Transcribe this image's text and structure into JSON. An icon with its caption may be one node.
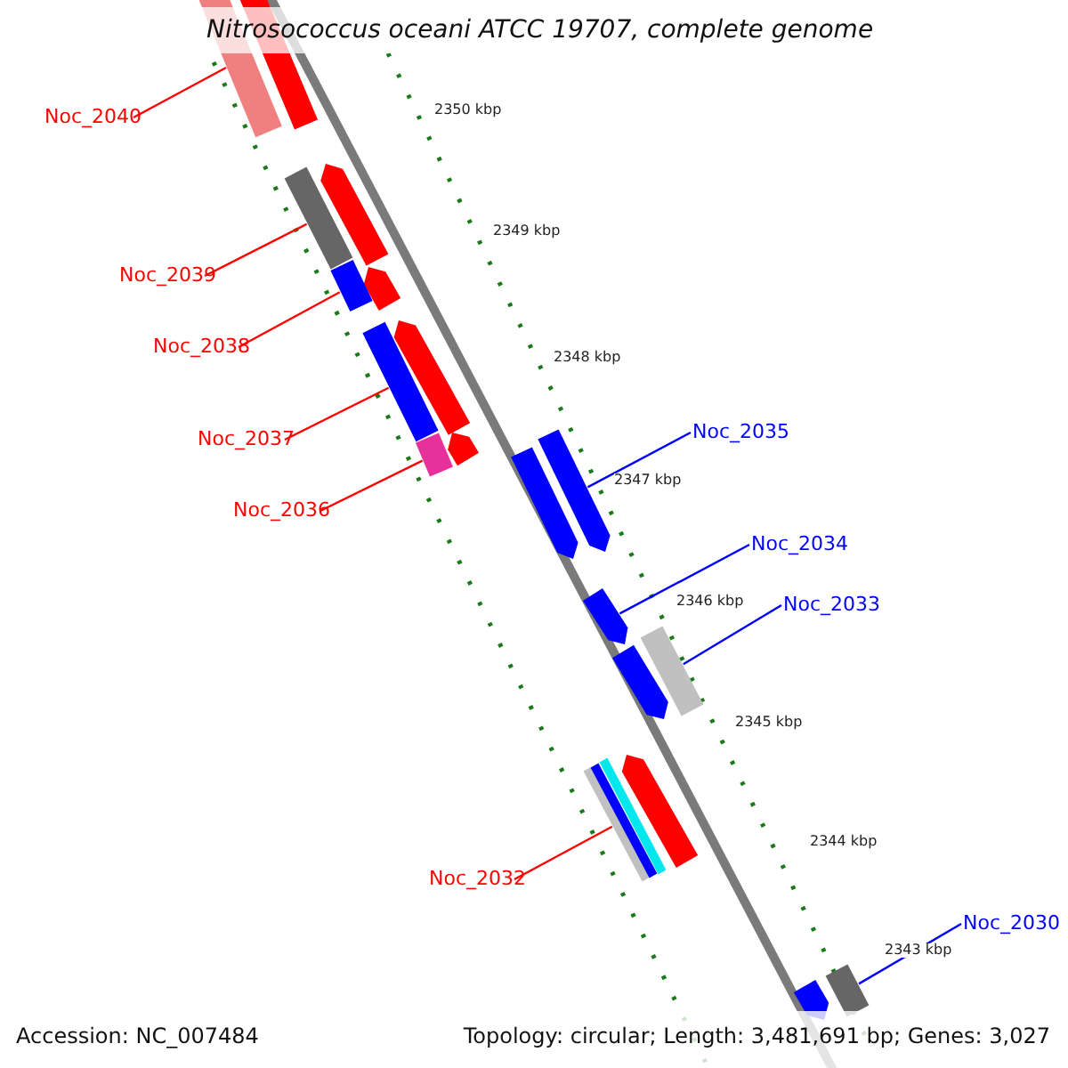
{
  "diagram": {
    "title": "Nitrosococcus oceani ATCC 19707, complete genome",
    "nodes": [
      {
        "text": [
          "Noc_2040"
        ]
      },
      {
        "text": [
          "Noc_2039"
        ]
      },
      {
        "text": [
          "Noc_2038"
        ]
      },
      {
        "text": [
          "Noc_2037"
        ]
      },
      {
        "text": [
          "Noc_2036"
        ]
      },
      {
        "text": [
          "Noc_2035"
        ]
      },
      {
        "text": [
          "Noc_2034"
        ]
      },
      {
        "text": [
          "Noc_2033"
        ]
      },
      {
        "text": [
          "Noc_2032"
        ]
      },
      {
        "text": [
          "Noc_2030"
        ]
      },
      {
        "text": [],
        "shape": "bar"
      },
      {
        "text": [],
        "shape": "bar"
      },
      {
        "text": [],
        "shape": "bar"
      },
      {
        "text": [],
        "shape": "bar"
      },
      {
        "text": [],
        "shape": "bar"
      },
      {
        "text": [],
        "shape": "bar"
      },
      {
        "text": [],
        "shape": "bar"
      },
      {
        "text": [],
        "shape": "bar"
      },
      {
        "text": [],
        "shape": "bar"
      },
      {
        "text": [],
        "shape": "bar"
      }
    ],
    "edges": [
      {
        "from": 0,
        "to": 10,
        "arrow": "none"
      },
      {
        "from": 1,
        "to": 11,
        "arrow": "none"
      },
      {
        "from": 2,
        "to": 12,
        "arrow": "none"
      },
      {
        "from": 3,
        "to": 13,
        "arrow": "none"
      },
      {
        "from": 4,
        "to": 14,
        "arrow": "none"
      },
      {
        "from": 5,
        "to": 15,
        "arrow": "none",
        "color": "#0000ff"
      },
      {
        "from": 6,
        "to": 16,
        "arrow": "none",
        "color": "#0000ff"
      },
      {
        "from": 7,
        "to": 17,
        "arrow": "none",
        "color": "#0000ff"
      },
      {
        "from": 8,
        "to": 18,
        "arrow": "none"
      },
      {
        "from": 9,
        "to": 19,
        "arrow": "none",
        "color": "#0000ff"
      }
    ],
    "labels": [
      "2350 kbp",
      "2349 kbp",
      "2348 kbp",
      "2347 kbp",
      "2346 kbp",
      "2345 kbp",
      "2344 kbp",
      "2343 kbp",
      "Accession: NC_007484",
      "Topology: circular; Length: 3,481,691 bp; Genes: 3,027"
    ]
  }
}
